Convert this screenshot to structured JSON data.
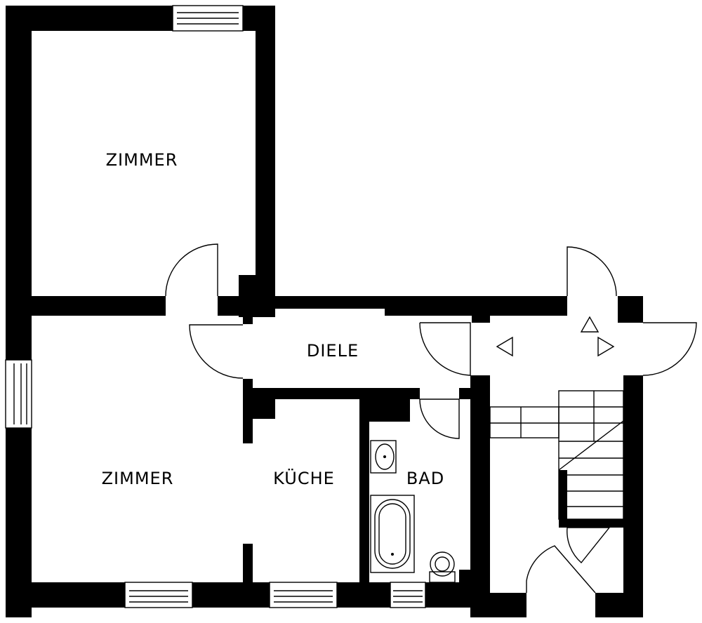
{
  "rooms": {
    "top_room": "ZIMMER",
    "hallway": "DIELE",
    "bottom_left_room": "ZIMMER",
    "kitchen": "KÜCHE",
    "bathroom": "BAD"
  },
  "colors": {
    "wall": "#000000",
    "background": "#ffffff"
  },
  "icons": [
    "door-swing-icon",
    "window-icon",
    "washbasin-icon",
    "bathtub-icon",
    "toilet-icon",
    "stairs-icon",
    "arrow-left-icon",
    "arrow-right-icon",
    "arrow-up-icon"
  ]
}
